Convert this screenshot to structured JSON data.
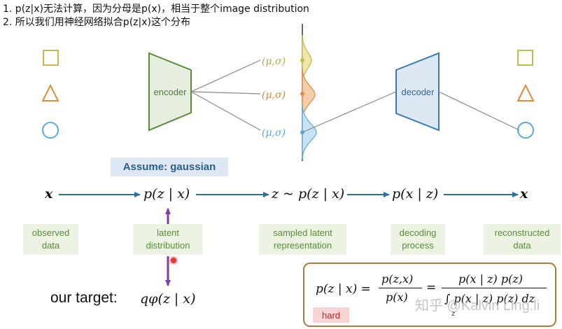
{
  "notes": [
    "1. p(z|x)无法计算，因为分母是p(x)，相当于整个image distribution",
    "2. 所以我们用神经网络拟合p(z|x)这个分布"
  ],
  "encoder_label": "encoder",
  "decoder_label": "decoder",
  "params": [
    "(μ,σ)",
    "(μ,σ)",
    "(μ,σ)"
  ],
  "assume_label": "Assume: gaussian",
  "flow": {
    "x_in": "x",
    "p_z_given_x": "p(z | x)",
    "z_sample": "z ~ p(z | x)",
    "p_x_given_z": "p(x | z)",
    "x_out": "x"
  },
  "captions": {
    "observed": "observed data",
    "latent": "latent distribution",
    "sampled": "sampled latent representation",
    "decoding": "decoding process",
    "reconstructed": "reconstructed data"
  },
  "target": {
    "label": "our target:",
    "formula": "qφ(z | x)"
  },
  "bayes": {
    "lhs": "p(z | x) =",
    "frac1_num": "p(z,x)",
    "frac1_den": "p(x)",
    "eq": "=",
    "frac2_num": "p(x | z) p(z)",
    "frac2_den": "∫ p(x | z) p(z) dz",
    "integral_sub": "z",
    "hard_label": "hard"
  },
  "watermark": "知乎 @Kalvin Ling.li",
  "colors": {
    "square": "#c8b84a",
    "triangle": "#e08a3c",
    "circle": "#5aaad6",
    "encoder_fill": "#e6efdf",
    "encoder_stroke": "#5a8a3a",
    "decoder_fill": "#dde8f4",
    "decoder_stroke": "#3a78b0",
    "arrow": "#2d6fa3",
    "purple": "#7a3fa0"
  }
}
